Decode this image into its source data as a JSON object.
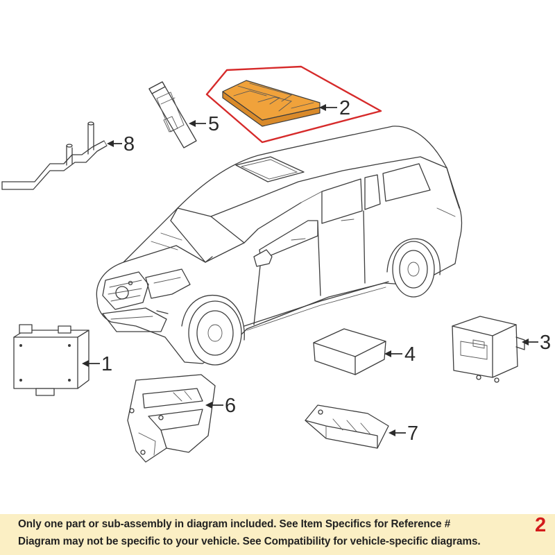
{
  "callouts": {
    "c1": "1",
    "c2": "2",
    "c3": "3",
    "c4": "4",
    "c5": "5",
    "c6": "6",
    "c7": "7",
    "c8": "8"
  },
  "colors": {
    "highlight_outline": "#d62a2a",
    "highlight_part": "#f0a23b",
    "footer_bg": "#fbefc4",
    "reference_number": "#d31b1b"
  },
  "footer": {
    "line1": "Only one part or sub-assembly in diagram included. See Item Specifics for Reference #",
    "line2": "Diagram may not be specific to your vehicle. See Compatibility for vehicle-specific diagrams.",
    "reference_number": "2"
  }
}
